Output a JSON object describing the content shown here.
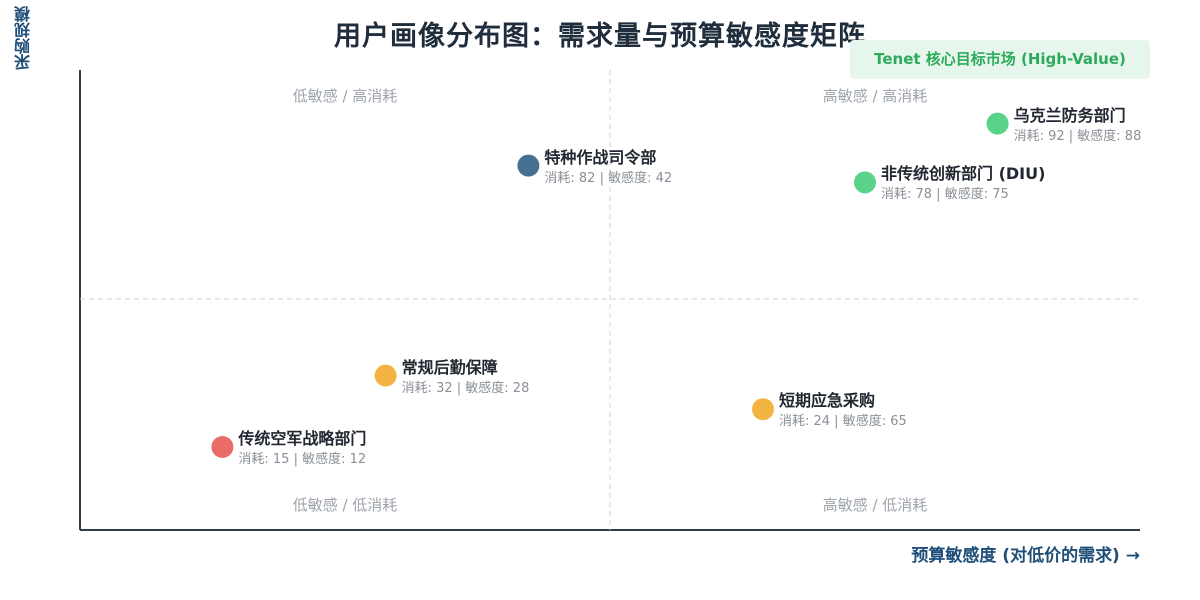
{
  "chart_data": {
    "type": "scatter",
    "title": "用户画像分布图：需求量与预算敏感度矩阵",
    "xlabel": "预算敏感度 (对低价的需求) →",
    "ylabel": "采购规模",
    "xlim": [
      0,
      100
    ],
    "ylim": [
      0,
      100
    ],
    "grid": false,
    "highlight_label": "Tenet 核心目标市场 (High-Value)",
    "quadrant_labels": {
      "top_left": "低敏感 / 高消耗",
      "top_right": "高敏感 / 高消耗",
      "bottom_left": "低敏感 / 低消耗",
      "bottom_right": "高敏感 / 低消耗"
    },
    "points": [
      {
        "name": "乌克兰防务部门",
        "consumption": 92,
        "sensitivity": 88,
        "info": "消耗: 92 | 敏感度: 88",
        "color": "#5ad38a"
      },
      {
        "name": "非传统创新部门 (DIU)",
        "consumption": 78,
        "sensitivity": 75,
        "info": "消耗: 78 | 敏感度: 75",
        "color": "#5ad38a"
      },
      {
        "name": "特种作战司令部",
        "consumption": 82,
        "sensitivity": 42,
        "info": "消耗: 82 | 敏感度: 42",
        "color": "#46708f"
      },
      {
        "name": "常规后勤保障",
        "consumption": 32,
        "sensitivity": 28,
        "info": "消耗: 32 | 敏感度: 28",
        "color": "#f3b443"
      },
      {
        "name": "短期应急采购",
        "consumption": 24,
        "sensitivity": 65,
        "info": "消耗: 24 | 敏感度: 65",
        "color": "#f3b443"
      },
      {
        "name": "传统空军战略部门",
        "consumption": 15,
        "sensitivity": 12,
        "info": "消耗: 15 | 敏感度: 12",
        "color": "#e96d66"
      }
    ]
  }
}
